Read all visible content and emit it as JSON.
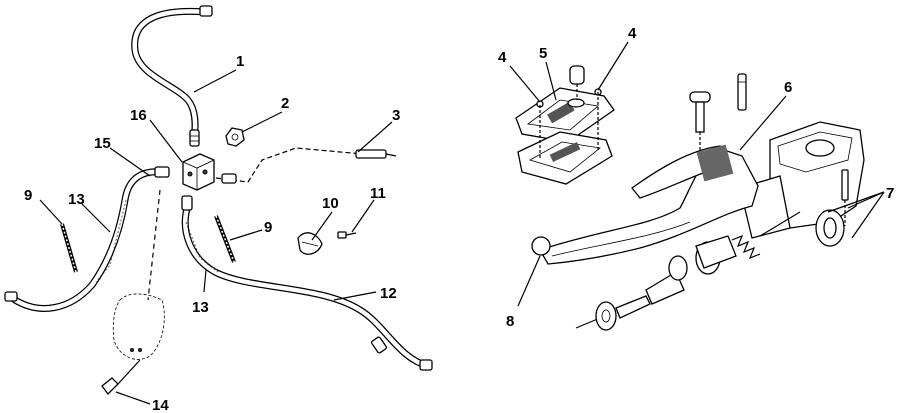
{
  "diagram": {
    "callouts": [
      {
        "id": "c1",
        "label": "1"
      },
      {
        "id": "c2",
        "label": "2"
      },
      {
        "id": "c3",
        "label": "3"
      },
      {
        "id": "c4a",
        "label": "4"
      },
      {
        "id": "c4b",
        "label": "4"
      },
      {
        "id": "c5",
        "label": "5"
      },
      {
        "id": "c6",
        "label": "6"
      },
      {
        "id": "c7",
        "label": "7"
      },
      {
        "id": "c8",
        "label": "8"
      },
      {
        "id": "c9a",
        "label": "9"
      },
      {
        "id": "c9b",
        "label": "9"
      },
      {
        "id": "c10",
        "label": "10"
      },
      {
        "id": "c11",
        "label": "11"
      },
      {
        "id": "c12",
        "label": "12"
      },
      {
        "id": "c13a",
        "label": "13"
      },
      {
        "id": "c13b",
        "label": "13"
      },
      {
        "id": "c14",
        "label": "14"
      },
      {
        "id": "c15",
        "label": "15"
      },
      {
        "id": "c16",
        "label": "16"
      }
    ]
  }
}
